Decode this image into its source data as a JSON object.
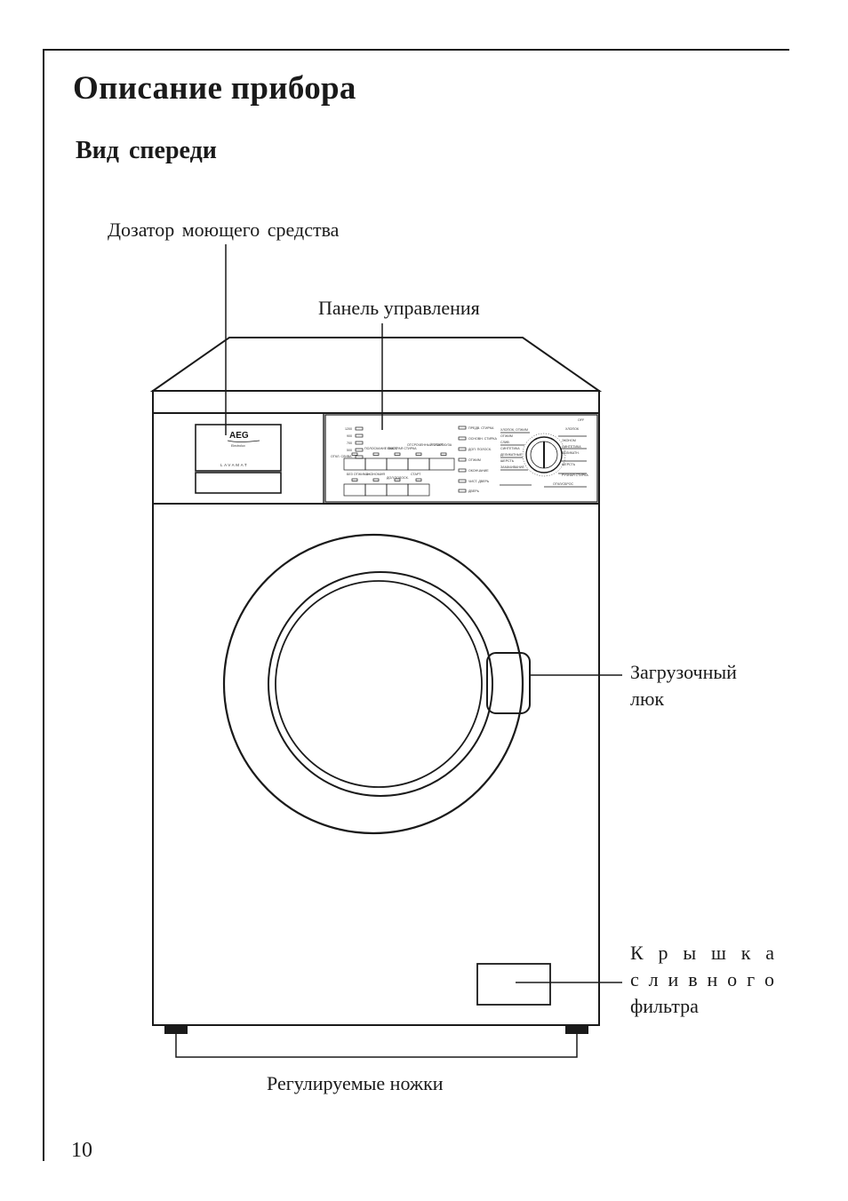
{
  "header": {
    "title": "Описание прибора",
    "subtitle": "Вид спереди"
  },
  "callouts": {
    "dispenser": "Дозатор моющего средства",
    "control_panel": "Панель управления",
    "door_line1": "Загрузочный",
    "door_line2": "люк",
    "filter_line1": "К р ы ш к а",
    "filter_line2": "с л и в н о г о",
    "filter_line3": "фильтра",
    "feet": "Регулируемые ножки"
  },
  "appliance": {
    "brand": "AEG",
    "brand_sub": "Electrolux",
    "model": "LAVAMAT",
    "panel_labels": {
      "temps": [
        "1200",
        "900",
        "700",
        "500"
      ],
      "spin_off": "ОТКЛ. СЛИВА",
      "row1_buttons": [
        "ПОЛОСКАНИЕ ПЛЮС",
        "БЫСТРАЯ СТИРКА",
        "ОТСРОЧЕННЫЙ СТАРТ",
        "ПУСК/ПАУЗА"
      ],
      "row2_buttons": [
        "БЕЗ ОТЖИМА",
        "ЭКОНОМИЯ",
        "ДОЛ.ПОЛОСК.",
        "СТАРТ"
      ],
      "indicators": [
        "ПРЕДВ. СТИРКА",
        "ОСНОВН. СТИРКА",
        "ДОП. ПОЛОСК.",
        "ОТЖИМ",
        "ОКОНЧАНИЕ",
        "ЧИСТ. ДВЕРЬ",
        "ДВЕРЬ"
      ],
      "programs_left": [
        "ХЛОПОК, ОТЖИМ",
        "ОТЖИМ",
        "СЛИВ",
        "СИНТЕТИКА",
        "ДЕЛИКАТНЫЕ",
        "ШЕРСТЬ",
        "ЗАМАЧИВАНИЕ"
      ],
      "programs_right": [
        "ХЛОПОК",
        "ЭКОНОМ",
        "СИНТЕТИКА",
        "ДЕЛИКАТН.",
        "ШЕРСТЬ",
        "РУЧНАЯ СТИРКА",
        "ОТКЛ/СБРОС"
      ],
      "dial_off": "OFF"
    }
  },
  "page": {
    "number": "10"
  },
  "colors": {
    "ink": "#1a1a1a",
    "paper": "#ffffff"
  }
}
